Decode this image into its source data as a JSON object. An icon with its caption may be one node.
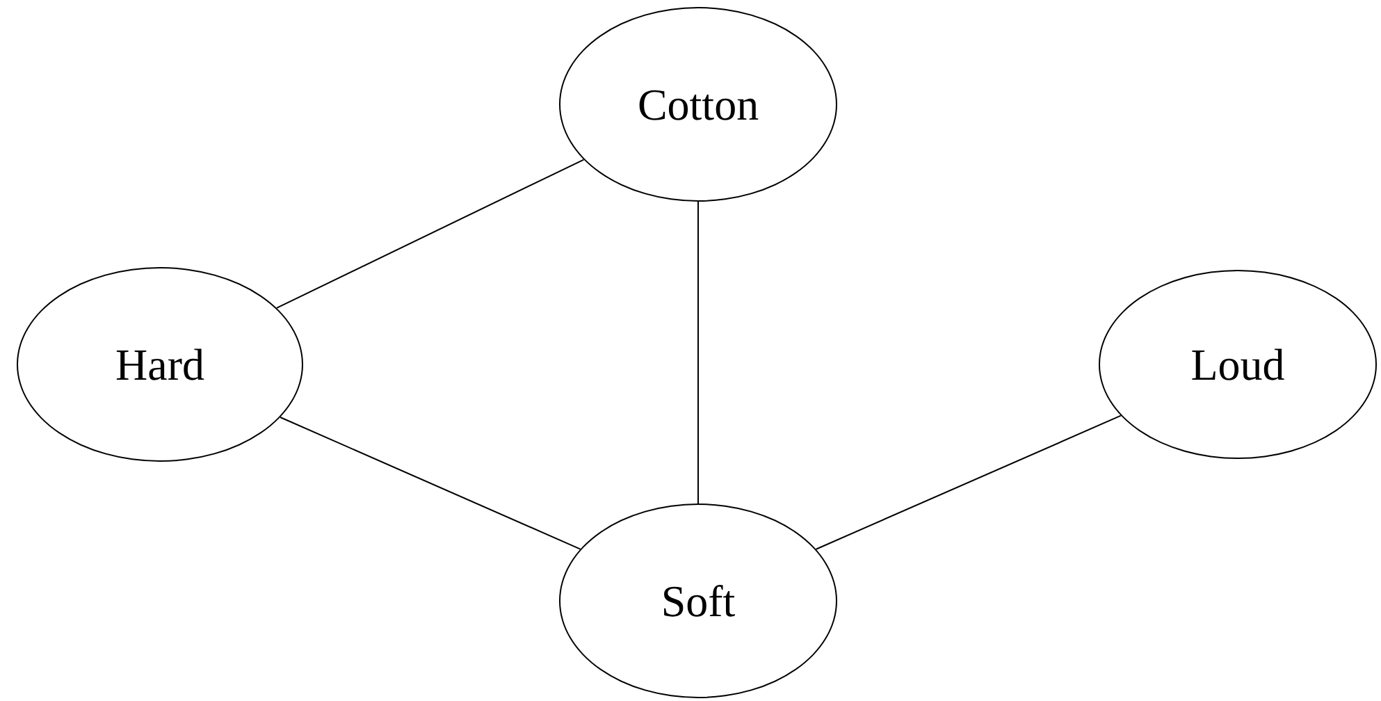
{
  "diagram": {
    "nodes": [
      {
        "text": [
          "Cotton"
        ]
      },
      {
        "text": [
          "Hard"
        ]
      },
      {
        "text": [
          "Loud"
        ]
      },
      {
        "text": [
          "Soft"
        ]
      }
    ],
    "edges": [
      {
        "from": 1,
        "to": 0,
        "arrow": "none"
      },
      {
        "from": 0,
        "to": 3,
        "arrow": "none"
      },
      {
        "from": 1,
        "to": 3,
        "arrow": "none"
      },
      {
        "from": 3,
        "to": 2,
        "arrow": "none"
      }
    ]
  }
}
